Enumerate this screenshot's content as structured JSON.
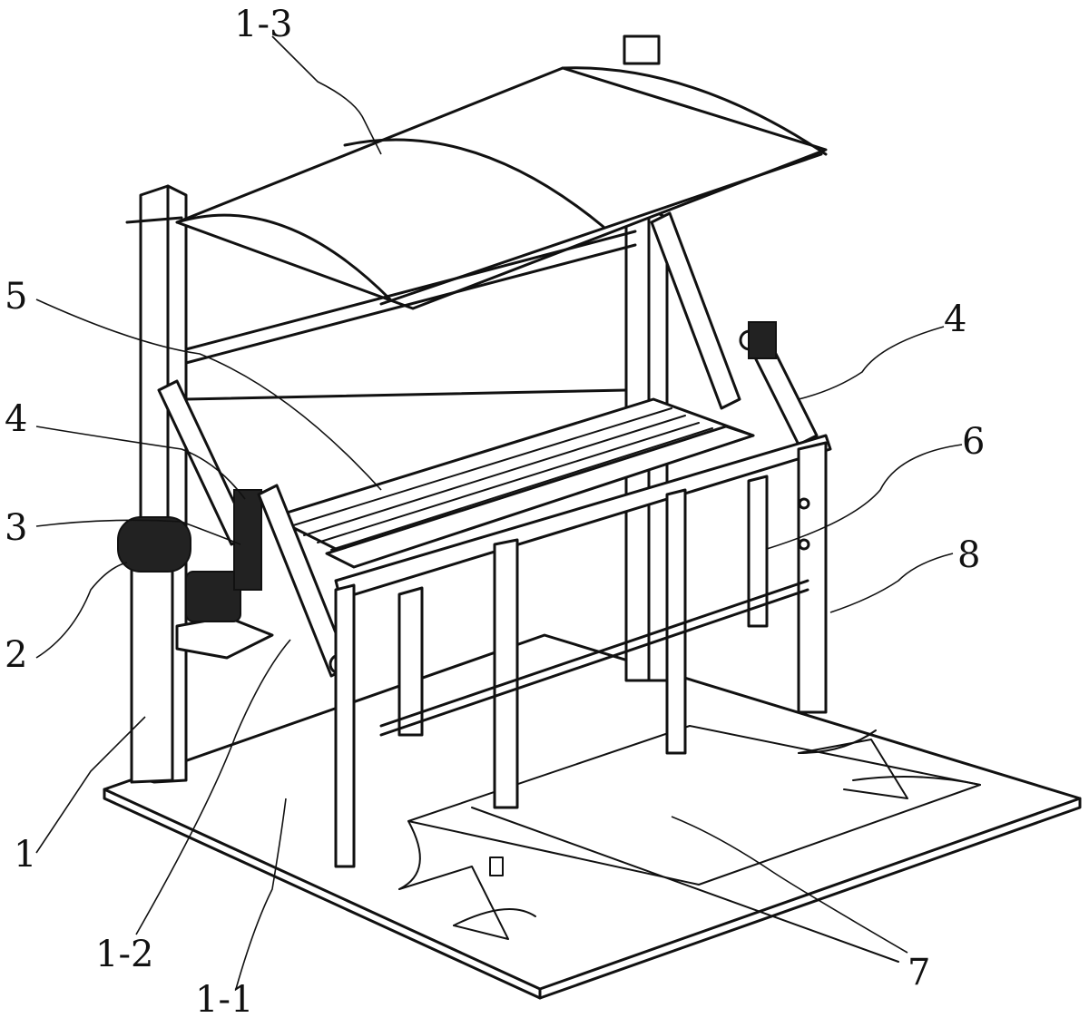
{
  "labels": {
    "l13": "1-3",
    "l5": "5",
    "l4a": "4",
    "l3": "3",
    "l2": "2",
    "l4b": "4",
    "l6": "6",
    "l8": "8",
    "l1": "1",
    "l12": "1-2",
    "l11": "1-1",
    "l7": "7"
  },
  "colors": {
    "line": "#111111",
    "background": "#ffffff"
  }
}
